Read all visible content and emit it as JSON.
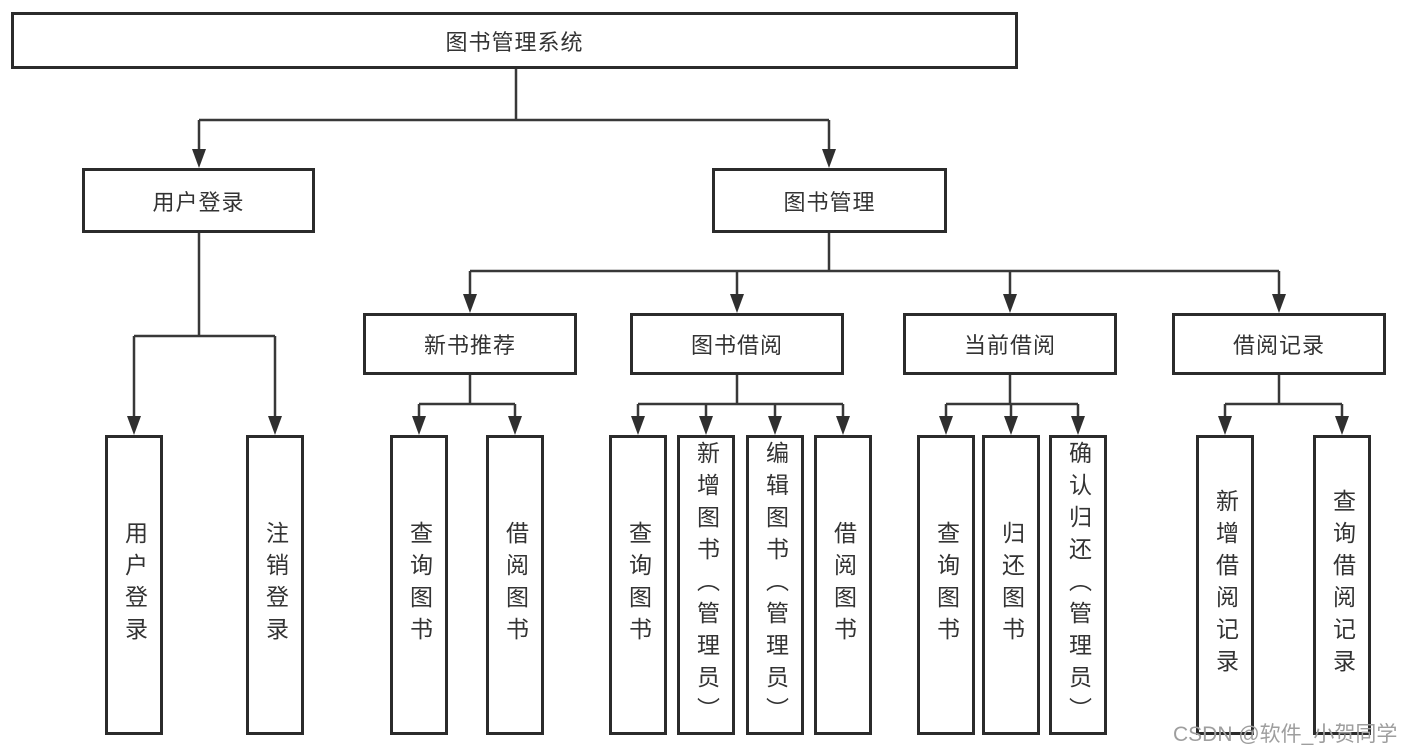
{
  "tree": {
    "root": "图书管理系统",
    "level2": [
      "用户登录",
      "图书管理"
    ],
    "level3": [
      "新书推荐",
      "图书借阅",
      "当前借阅",
      "借阅记录"
    ],
    "leaves": {
      "user_login": [
        "用户登录",
        "注销登录"
      ],
      "new_book": [
        "查询图书",
        "借阅图书"
      ],
      "borrow": [
        "查询图书",
        "新增图书（管理员）",
        "编辑图书（管理员）",
        "借阅图书"
      ],
      "current": [
        "查询图书",
        "归还图书",
        "确认归还（管理员）"
      ],
      "records": [
        "新增借阅记录",
        "查询借阅记录"
      ]
    }
  },
  "watermark": {
    "text": "CSDN @软件_小贺同学"
  },
  "colors": {
    "background": "#ffffff",
    "box_border": "#2b2b2b",
    "connector_line": "#383838",
    "arrowhead": "#2f2f2f",
    "text": "#333333",
    "watermark_text": "#9e9e9e"
  }
}
